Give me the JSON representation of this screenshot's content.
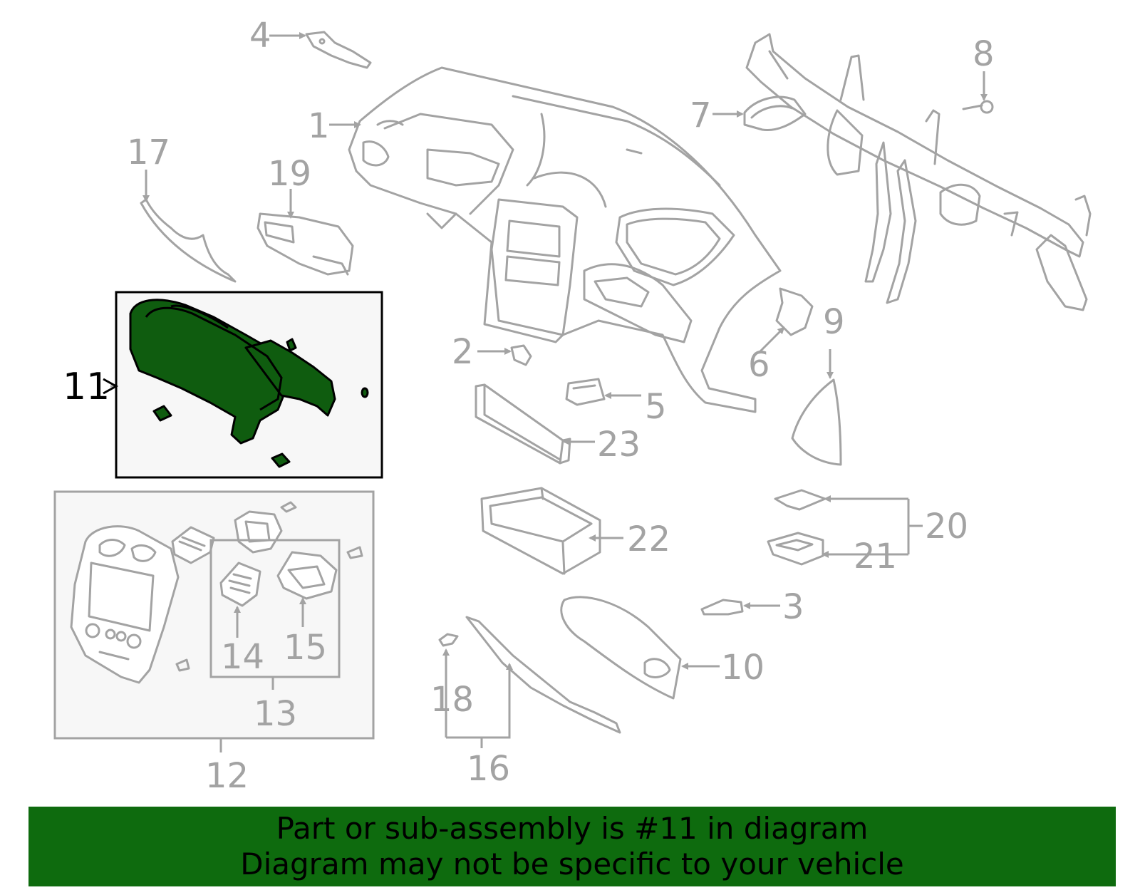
{
  "callouts": {
    "c1": "1",
    "c2": "2",
    "c3": "3",
    "c4": "4",
    "c5": "5",
    "c6": "6",
    "c7": "7",
    "c8": "8",
    "c9": "9",
    "c10": "10",
    "c11": "11",
    "c12": "12",
    "c13": "13",
    "c14": "14",
    "c15": "15",
    "c16": "16",
    "c17": "17",
    "c18": "18",
    "c19": "19",
    "c20": "20",
    "c21": "21",
    "c22": "22",
    "c23": "23"
  },
  "highlighted_part": "11",
  "highlight_color": "#0e6b0e",
  "line_color": "#a3a3a3",
  "banner": {
    "line1": "Part or sub-assembly is #11 in diagram",
    "line2": "Diagram may not be specific to your vehicle"
  }
}
